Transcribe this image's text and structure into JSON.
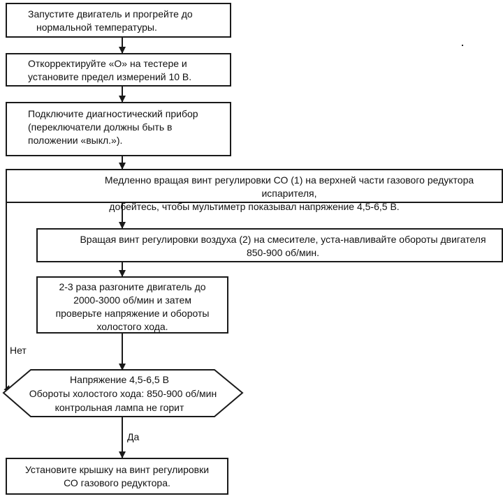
{
  "steps": {
    "step1": {
      "line1": "Запустите двигатель и прогрейте до",
      "line2": "нормальной температуры."
    },
    "step2": {
      "line1": "Откорректируйте «О» на тестере и",
      "line2": "установите предел измерений 10 В."
    },
    "step3": {
      "line1": "Подключите диагностический прибор",
      "line2": "(переключатели должны быть в",
      "line3": "положении «выкл.»)."
    },
    "step4": {
      "line1": "Медленно вращая винт регулировки СО (1) на верхней части газового редуктора испарителя,",
      "line2": "добейтесь, чтобы мультиметр показывал напряжение 4,5-6,5 В."
    },
    "step5": {
      "line1": "Вращая винт регулировки воздуха (2) на смесителе, уста-навливайте обороты двигателя",
      "line2": "850-900 об/мин."
    },
    "step6": {
      "line1": "2-3 раза разгоните двигатель до",
      "line2": "2000-3000 об/мин и затем",
      "line3": "проверьте напряжение и обороты",
      "line4": "холостого хода."
    }
  },
  "decision": {
    "line1": "Напряжение  4,5-6,5 В",
    "line2": "Обороты холостого хода: 850-900 об/мин",
    "line3": "контрольная лампа не горит"
  },
  "labels": {
    "no": "Нет",
    "yes": "Да"
  },
  "final": {
    "line1": "Установите крышку на винт регулировки",
    "line2": "СО газового редуктора."
  }
}
